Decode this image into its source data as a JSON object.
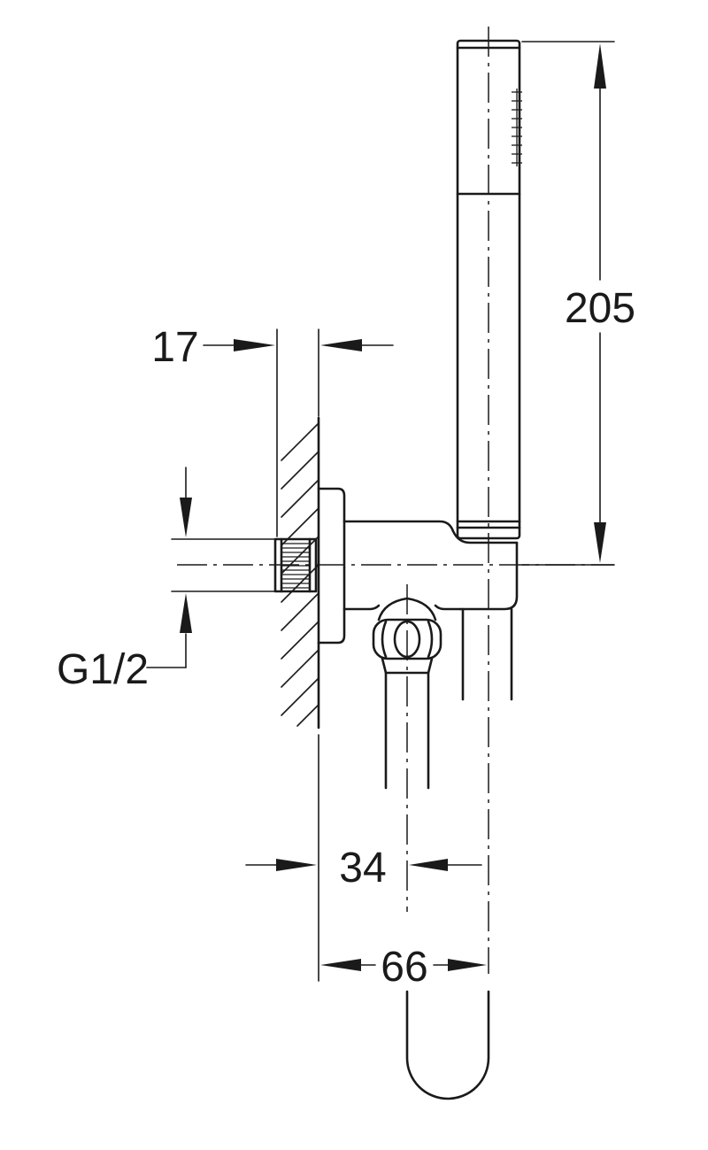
{
  "dimensions": {
    "height_label": "205",
    "wall_offset_label": "17",
    "thread_label": "G1/2",
    "outlet_offset_label": "34",
    "handset_offset_label": "66"
  }
}
